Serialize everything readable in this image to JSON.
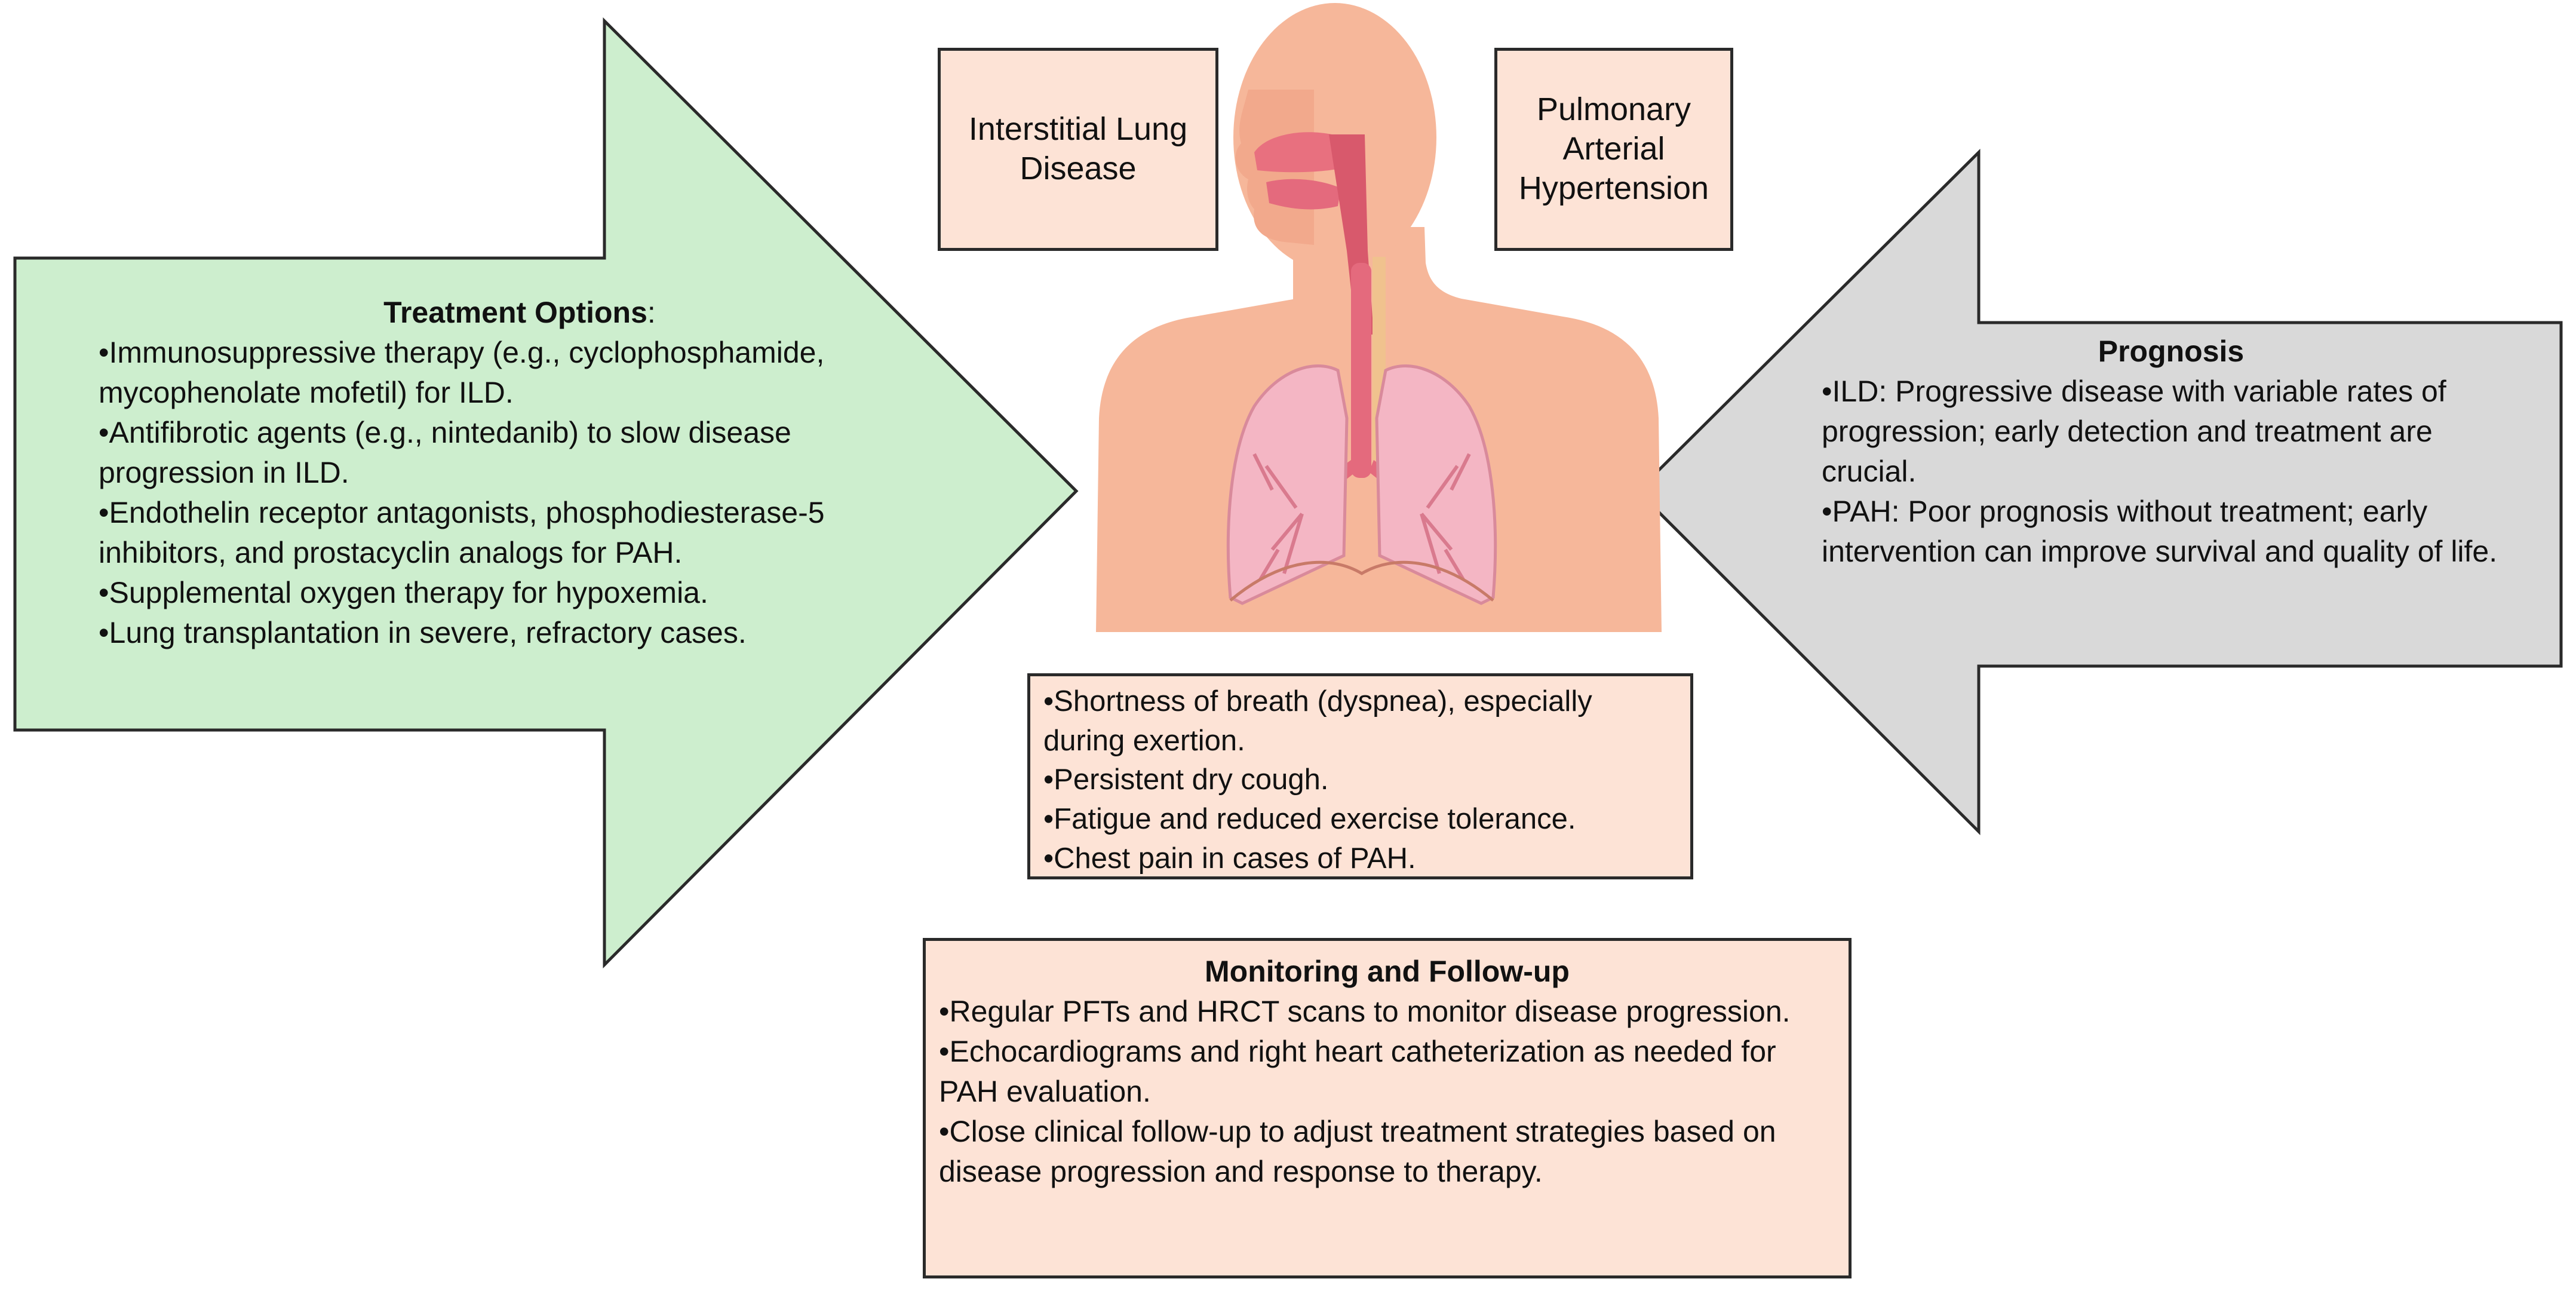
{
  "colors": {
    "treatment_arrow": "#cdeece",
    "prognosis_arrow": "#d9d9d9",
    "box_fill": "#fde3d6",
    "outline": "#2a2a2a",
    "skin": "#f6b79a",
    "lung": "#f4b6c4",
    "airway": "#e46a7d"
  },
  "labels": {
    "ild": "Interstitial Lung\nDisease",
    "pah": "Pulmonary\nArterial\nHypertension"
  },
  "treatment": {
    "heading": "Treatment Options",
    "heading_suffix": ":",
    "items": [
      "•Immunosuppressive therapy (e.g., cyclophosphamide, mycophenolate mofetil) for ILD.",
      "•Antifibrotic agents (e.g., nintedanib) to slow disease progression in ILD.",
      "•Endothelin receptor antagonists, phosphodiesterase-5 inhibitors, and prostacyclin analogs for PAH.",
      "•Supplemental oxygen therapy for hypoxemia.",
      "•Lung transplantation in severe, refractory cases."
    ]
  },
  "prognosis": {
    "heading": "Prognosis",
    "items": [
      "•ILD: Progressive disease with variable rates of progression; early detection and treatment are crucial.",
      "•PAH: Poor prognosis without treatment; early intervention can improve survival and quality of life."
    ]
  },
  "symptoms": {
    "items": [
      "•Shortness of breath (dyspnea), especially during exertion.",
      "•Persistent dry cough.",
      "•Fatigue and reduced exercise tolerance.",
      "•Chest pain in cases of PAH."
    ]
  },
  "monitoring": {
    "heading": "Monitoring and Follow-up",
    "items": [
      "•Regular PFTs and HRCT scans to monitor disease progression.",
      "•Echocardiograms and right heart catheterization as needed for PAH evaluation.",
      "•Close clinical follow-up to adjust treatment strategies based on disease progression and response to therapy."
    ]
  }
}
